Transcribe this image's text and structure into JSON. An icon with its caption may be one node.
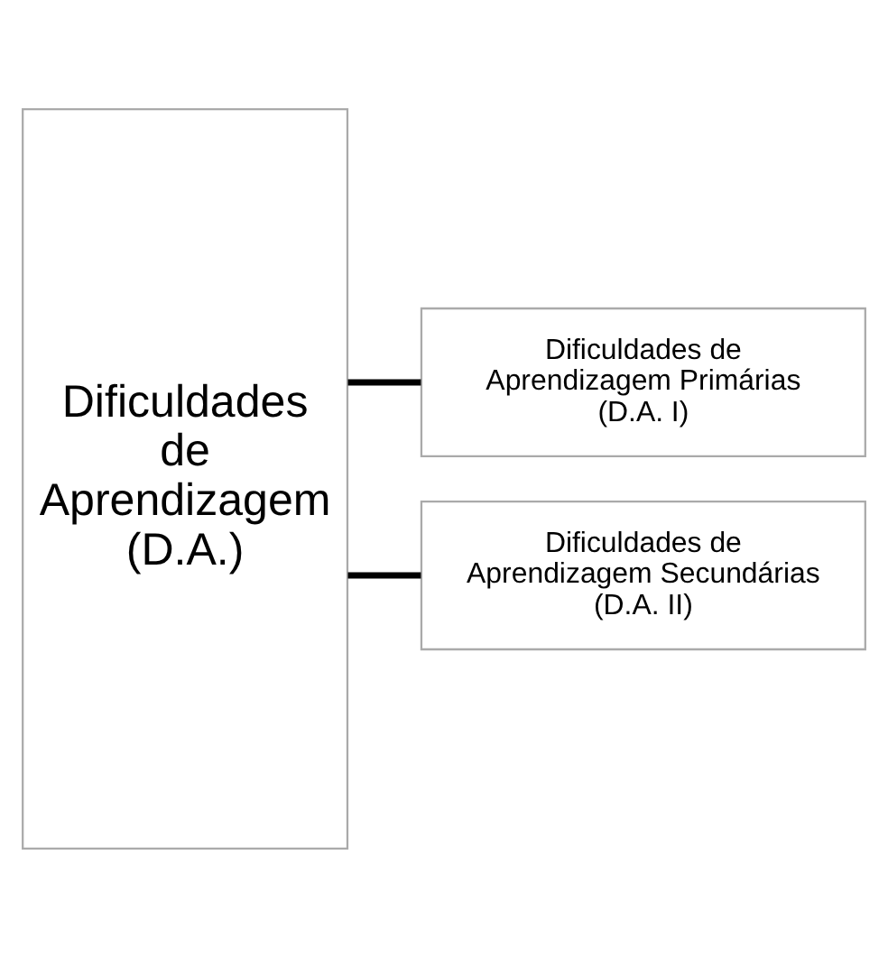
{
  "diagram": {
    "nodes": [
      {
        "text": [
          "Dificuldades de Aprendizagem (D.A.)"
        ]
      },
      {
        "text": [
          "Dificuldades de Aprendizagem Primárias (D.A. I)"
        ]
      },
      {
        "text": [
          "Dificuldades de Aprendizagem Secundárias (D.A. II)"
        ]
      }
    ],
    "edges": [
      {
        "from": 0,
        "to": 1,
        "arrow": "none"
      },
      {
        "from": 0,
        "to": 2,
        "arrow": "none"
      }
    ]
  }
}
